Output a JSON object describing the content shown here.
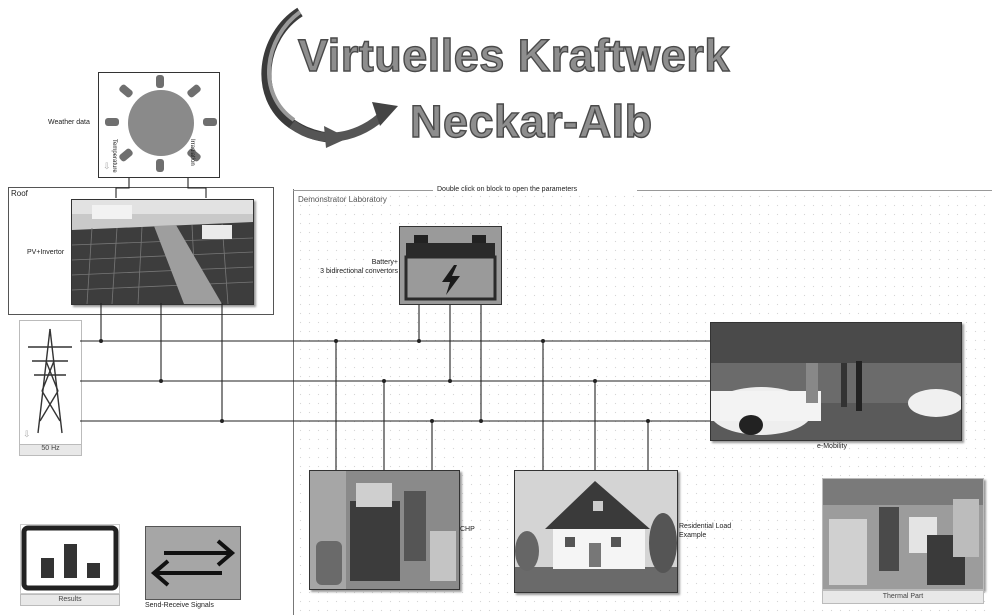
{
  "title": {
    "line1": "Virtuelles Kraftwerk",
    "line2": "Neckar-Alb"
  },
  "hint": "Double click on block to open the parameters",
  "blocks": {
    "weather": {
      "label": "Weather data",
      "port1": "Temperature",
      "port2": "Irradiation"
    },
    "roof": {
      "area_label": "Roof",
      "pv_label": "PV+Invertor"
    },
    "grid": {
      "label": "50 Hz"
    },
    "lab": {
      "area_label": "Demonstrator Laboratory"
    },
    "battery": {
      "label_line1": "Battery+",
      "label_line2": "3 bidirectional convertors"
    },
    "emobility": {
      "label": "e-Mobility"
    },
    "chp": {
      "label": "CHP"
    },
    "residential": {
      "label_line1": "Residential Load",
      "label_line2": "Example"
    },
    "thermal": {
      "label": "Thermal Part"
    },
    "results": {
      "label": "Results"
    },
    "signals": {
      "label": "Send-Receive Signals"
    }
  },
  "icons": [
    "sun-icon",
    "swirl-arrow-icon",
    "battery-icon",
    "lightning-icon",
    "power-tower-icon",
    "bar-chart-icon",
    "double-arrow-icon",
    "block-arrow-icon"
  ]
}
